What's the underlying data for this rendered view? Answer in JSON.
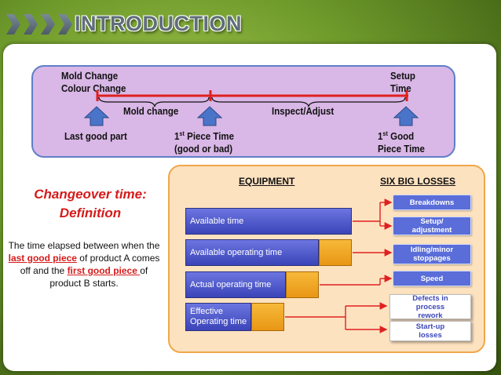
{
  "header": {
    "title": "INTRODUCTION"
  },
  "timeline": {
    "top_left_line1": "Mold Change",
    "top_left_line2": "Colour Change",
    "top_right_line1": "Setup",
    "top_right_line2": "Time",
    "segment_1": "Mold change",
    "segment_2": "Inspect/Adjust",
    "marker_1": "Last good part",
    "marker_2_prefix": "1",
    "marker_2_sup": "st",
    "marker_2_suffix": " Piece Time",
    "marker_2_line2": "(good or bad)",
    "marker_3_prefix": "1",
    "marker_3_sup": "st",
    "marker_3_suffix": " Good",
    "marker_3_line2": "Piece Time"
  },
  "definition": {
    "title_line1": "Changeover time:",
    "title_line2": "Definition",
    "text_1": "The time elapsed between when the ",
    "highlight_1": "last good piece",
    "text_2": " of product A comes off and the ",
    "highlight_2": "first good piece ",
    "text_3": "of product B starts."
  },
  "equipment": {
    "heading": "EQUIPMENT",
    "bars": [
      {
        "label": "Available time"
      },
      {
        "label": "Available operating time"
      },
      {
        "label": "Actual operating time"
      },
      {
        "label_line1": "Effective",
        "label_line2": "Operating time"
      }
    ]
  },
  "losses": {
    "heading": "SIX BIG LOSSES",
    "items": [
      {
        "label": "Breakdowns"
      },
      {
        "label_line1": "Setup/",
        "label_line2": "adjustment"
      },
      {
        "label_line1": "Idling/minor",
        "label_line2": "stoppages"
      },
      {
        "label": "Speed"
      },
      {
        "label_line1": "Defects in",
        "label_line2": "process",
        "label_line3": "rework"
      },
      {
        "label_line1": "Start-up",
        "label_line2": "losses"
      }
    ]
  },
  "colors": {
    "accent_red": "#d61b1b",
    "bar_blue": "#4a53c8",
    "loss_orange": "#f0a52c",
    "arrow_red": "#e02020"
  }
}
